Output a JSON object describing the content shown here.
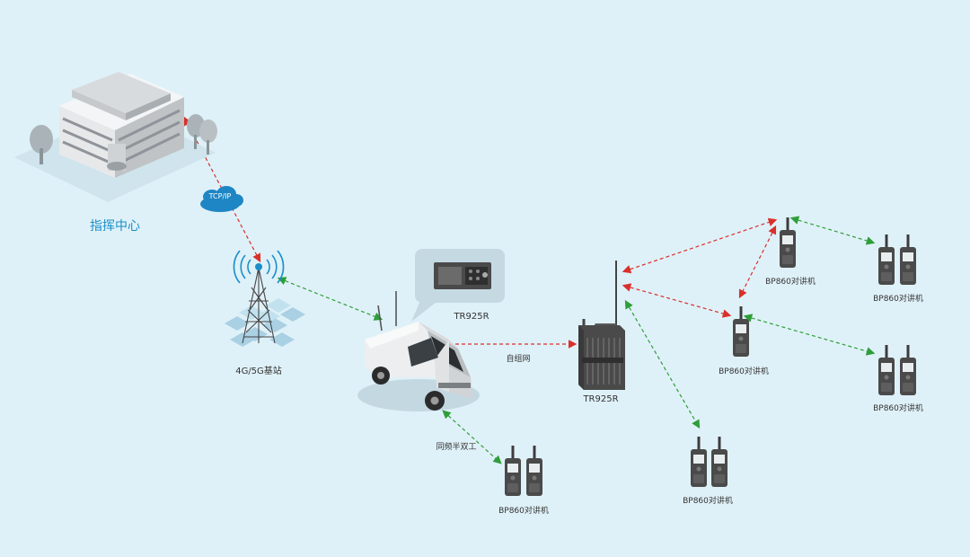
{
  "labels": {
    "command_center": "指挥中心",
    "tcpip": "TCP/IP",
    "base_station": "4G/5G基站",
    "vehicle_radio": "TR925R",
    "repeater": "TR925R",
    "ad_hoc_network": "自组网",
    "simplex": "同频半双工",
    "radio_model": "BP860对讲机"
  },
  "colors": {
    "background": "#dff1f8",
    "link_red": "#d9302c",
    "link_green": "#2f9e3a",
    "accent_blue": "#1a8fc9",
    "device_dark": "#4a4a4a"
  },
  "icons": [
    "building-icon",
    "cloud-icon",
    "tower-icon",
    "van-icon",
    "mobile-radio-icon",
    "repeater-icon",
    "walkie-talkie-icon"
  ]
}
